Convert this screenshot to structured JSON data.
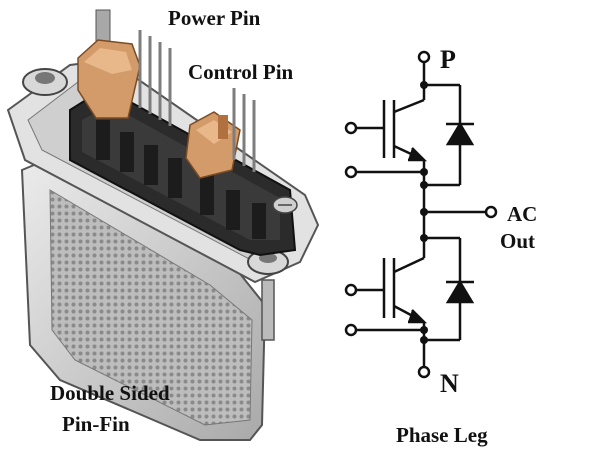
{
  "module": {
    "labels": {
      "power_pin": "Power Pin",
      "control_pin": "Control Pin",
      "double_sided_line1": "Double Sided",
      "double_sided_line2": "Pin-Fin"
    },
    "colors": {
      "copper": "#d39a6a",
      "housing": "#2b2b2b",
      "metal": "#c9c9c9"
    }
  },
  "circuit": {
    "title": "Phase Leg",
    "terminal_p": "P",
    "terminal_n": "N",
    "ac_line1": "AC",
    "ac_line2": "Out"
  }
}
